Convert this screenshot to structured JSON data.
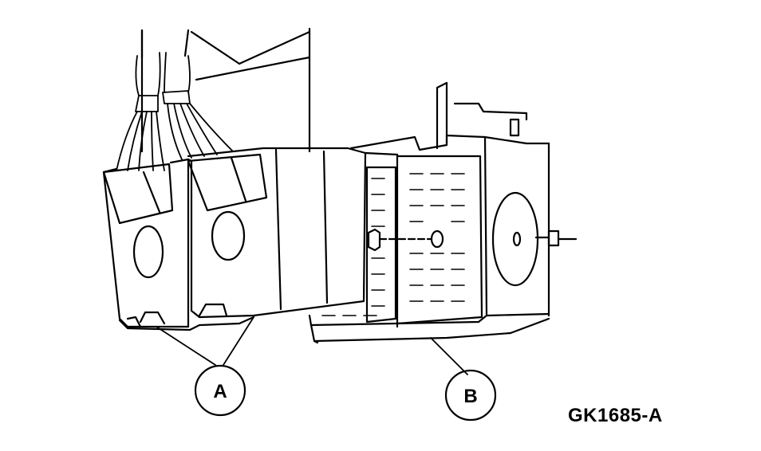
{
  "diagram": {
    "callouts": [
      {
        "id": "A",
        "label": "A"
      },
      {
        "id": "B",
        "label": "B"
      }
    ],
    "figure_id": "GK1685-A",
    "ink_color": "#000000",
    "background_color": "#ffffff"
  }
}
